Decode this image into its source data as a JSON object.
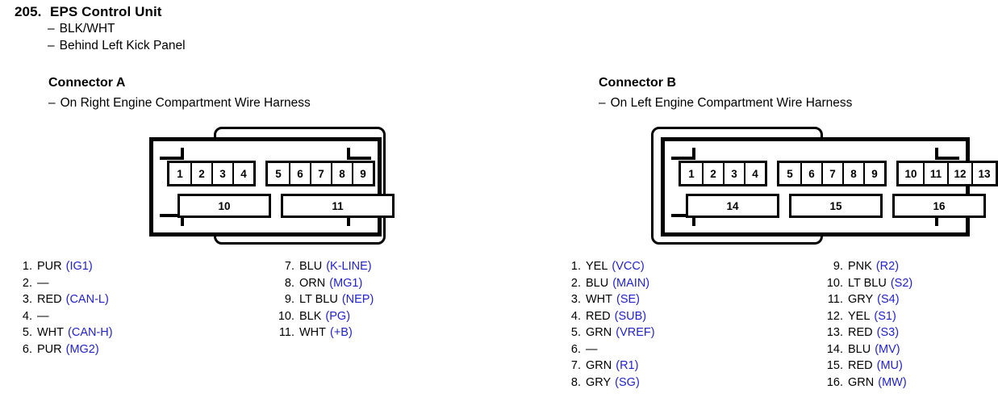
{
  "header": {
    "number": "205.",
    "title": "EPS Control Unit",
    "lines": [
      "BLK/WHT",
      "Behind Left Kick Panel"
    ],
    "dash": "–"
  },
  "connector_a": {
    "heading": "Connector A",
    "subtitle": "On Right Engine Compartment Wire Harness",
    "diagram": {
      "top_groups": [
        {
          "pins": [
            "1",
            "2",
            "3",
            "4"
          ]
        },
        {
          "pins": [
            "5",
            "6",
            "7",
            "8",
            "9"
          ]
        }
      ],
      "bottom_groups": [
        {
          "label": "10",
          "width": 110
        },
        {
          "label": "11",
          "width": 135
        }
      ]
    },
    "pins_left": [
      {
        "num": "1.",
        "wire": "PUR",
        "sig": "(IG1)"
      },
      {
        "num": "2.",
        "wire": "—",
        "sig": ""
      },
      {
        "num": "3.",
        "wire": "RED",
        "sig": "(CAN-L)"
      },
      {
        "num": "4.",
        "wire": "—",
        "sig": ""
      },
      {
        "num": "5.",
        "wire": "WHT",
        "sig": "(CAN-H)"
      },
      {
        "num": "6.",
        "wire": "PUR",
        "sig": "(MG2)"
      }
    ],
    "pins_right": [
      {
        "num": "7.",
        "wire": "BLU",
        "sig": "(K-LINE)"
      },
      {
        "num": "8.",
        "wire": "ORN",
        "sig": "(MG1)"
      },
      {
        "num": "9.",
        "wire": "LT BLU",
        "sig": "(NEP)"
      },
      {
        "num": "10.",
        "wire": "BLK",
        "sig": "(PG)"
      },
      {
        "num": "11.",
        "wire": "WHT",
        "sig": "(+B)"
      }
    ]
  },
  "connector_b": {
    "heading": "Connector B",
    "subtitle": "On Left Engine Compartment Wire Harness",
    "diagram": {
      "top_groups": [
        {
          "pins": [
            "1",
            "2",
            "3",
            "4"
          ]
        },
        {
          "pins": [
            "5",
            "6",
            "7",
            "8",
            "9"
          ]
        },
        {
          "pins": [
            "10",
            "11",
            "12",
            "13"
          ]
        }
      ],
      "bottom_groups": [
        {
          "label": "14",
          "width": 110
        },
        {
          "label": "15",
          "width": 110
        },
        {
          "label": "16",
          "width": 110
        }
      ]
    },
    "pins_left": [
      {
        "num": "1.",
        "wire": "YEL",
        "sig": "(VCC)"
      },
      {
        "num": "2.",
        "wire": "BLU",
        "sig": "(MAIN)"
      },
      {
        "num": "3.",
        "wire": "WHT",
        "sig": "(SE)"
      },
      {
        "num": "4.",
        "wire": "RED",
        "sig": "(SUB)"
      },
      {
        "num": "5.",
        "wire": "GRN",
        "sig": "(VREF)"
      },
      {
        "num": "6.",
        "wire": "—",
        "sig": ""
      },
      {
        "num": "7.",
        "wire": "GRN",
        "sig": "(R1)"
      },
      {
        "num": "8.",
        "wire": "GRY",
        "sig": "(SG)"
      }
    ],
    "pins_right": [
      {
        "num": "9.",
        "wire": "PNK",
        "sig": "(R2)"
      },
      {
        "num": "10.",
        "wire": "LT BLU",
        "sig": "(S2)"
      },
      {
        "num": "11.",
        "wire": "GRY",
        "sig": "(S4)"
      },
      {
        "num": "12.",
        "wire": "YEL",
        "sig": "(S1)"
      },
      {
        "num": "13.",
        "wire": "RED",
        "sig": "(S3)"
      },
      {
        "num": "14.",
        "wire": "BLU",
        "sig": "(MV)"
      },
      {
        "num": "15.",
        "wire": "RED",
        "sig": "(MU)"
      },
      {
        "num": "16.",
        "wire": "GRN",
        "sig": "(MW)"
      }
    ]
  },
  "colors": {
    "signal_blue": "#2222cc",
    "line_black": "#000000",
    "background": "#ffffff"
  }
}
